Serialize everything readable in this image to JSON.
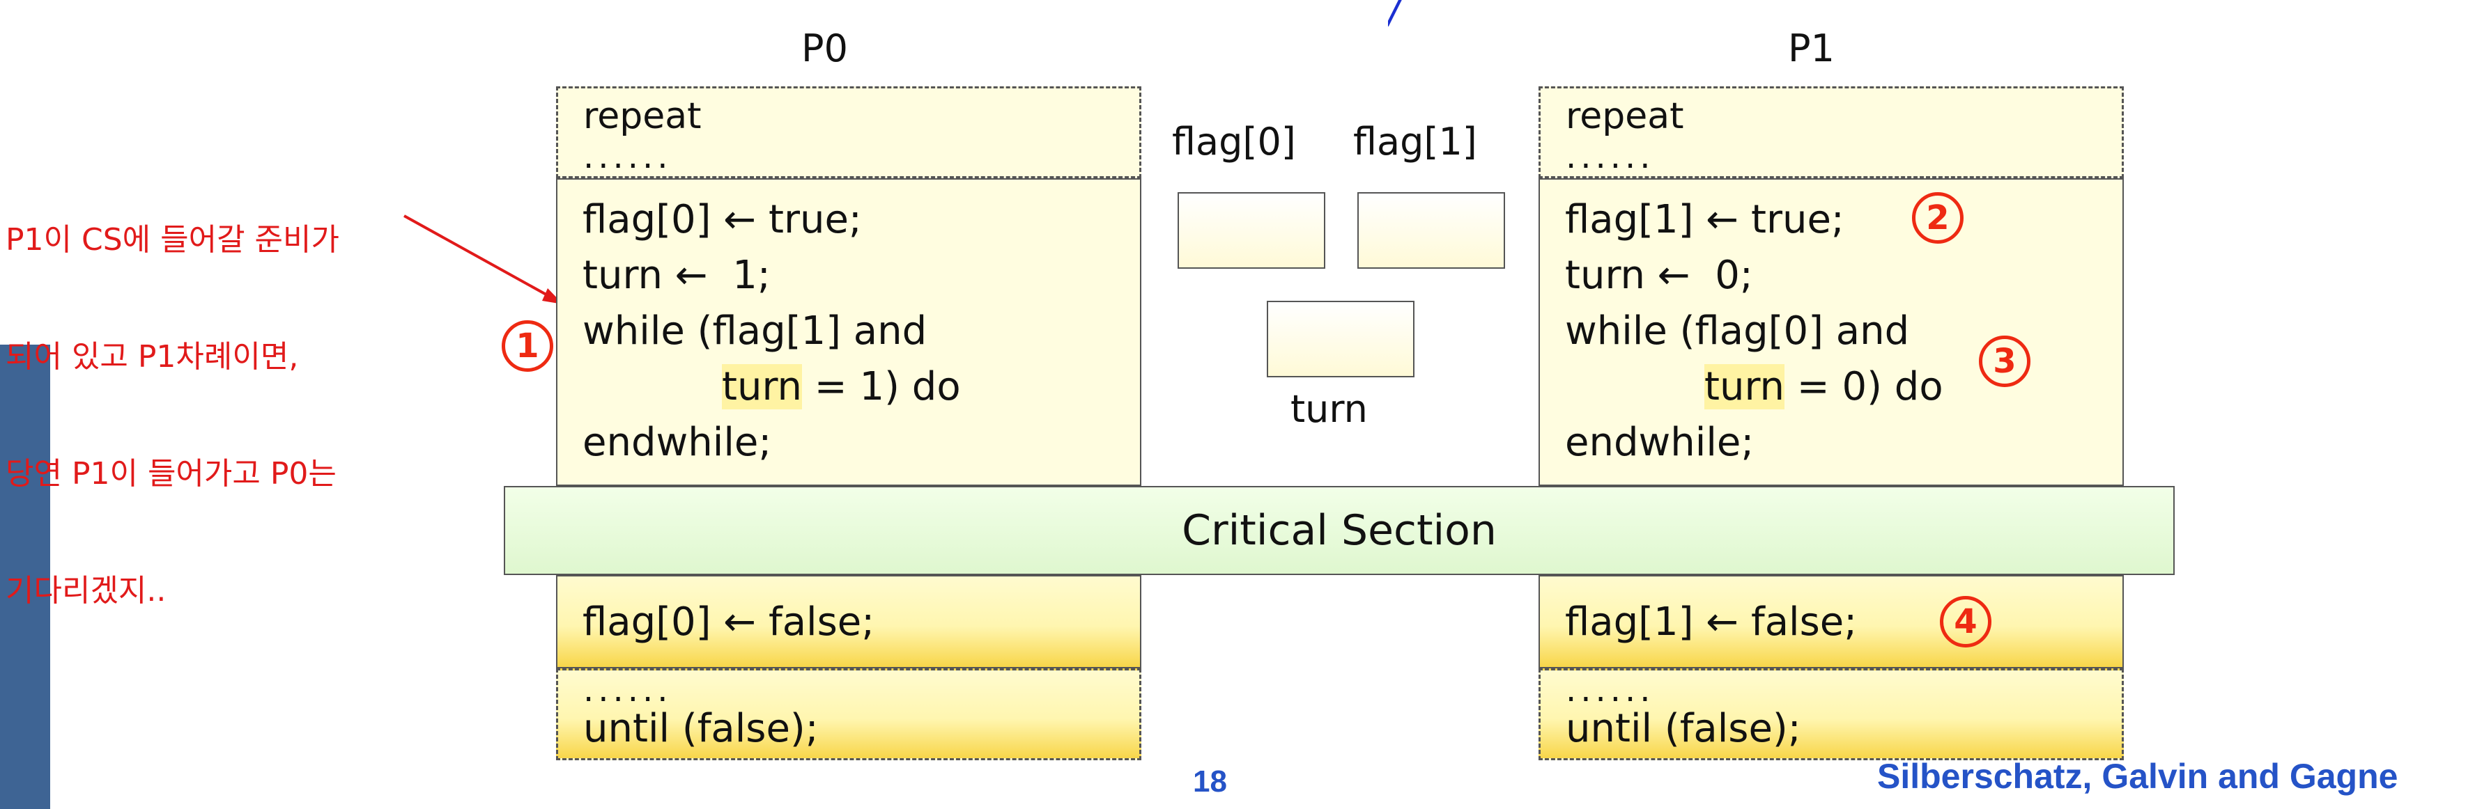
{
  "note_lines": [
    "P1이 CS에 들어갈 준비가",
    "되어 있고 P1차례이면,",
    "당연 P1이 들어가고 P0는",
    "기다리겠지.."
  ],
  "p0": {
    "title": "P0",
    "repeat": "repeat",
    "dots": "......",
    "line1": "flag[0] ← true;",
    "line2": "turn ←  1;",
    "line3": "while (flag[1] and",
    "line4_turn": "turn",
    "line4_rest": " = 1) do",
    "line5": "endwhile;",
    "exit": "flag[0] ← false;",
    "dots2": "......",
    "until": "until (false);"
  },
  "p1": {
    "title": "P1",
    "repeat": "repeat",
    "dots": "......",
    "line1": "flag[1] ← true;",
    "line2": "turn ←  0;",
    "line3": "while (flag[0] and",
    "line4_turn": "turn",
    "line4_rest": " = 0) do",
    "line5": "endwhile;",
    "exit": "flag[1] ← false;",
    "dots2": "......",
    "until": "until (false);"
  },
  "variables": {
    "flag0_label": "flag[0]",
    "flag1_label": "flag[1]",
    "turn_label": "turn"
  },
  "critical_section": "Critical Section",
  "markers": [
    "1",
    "2",
    "3",
    "4"
  ],
  "footer": {
    "page": "18",
    "authors": "Silberschatz, Galvin and Gagne"
  },
  "colors": {
    "annotation_red": "#e11a1a",
    "marker_red": "#ee2a12",
    "footer_blue": "#2553c7",
    "sidebar_blue": "#3e6494"
  }
}
